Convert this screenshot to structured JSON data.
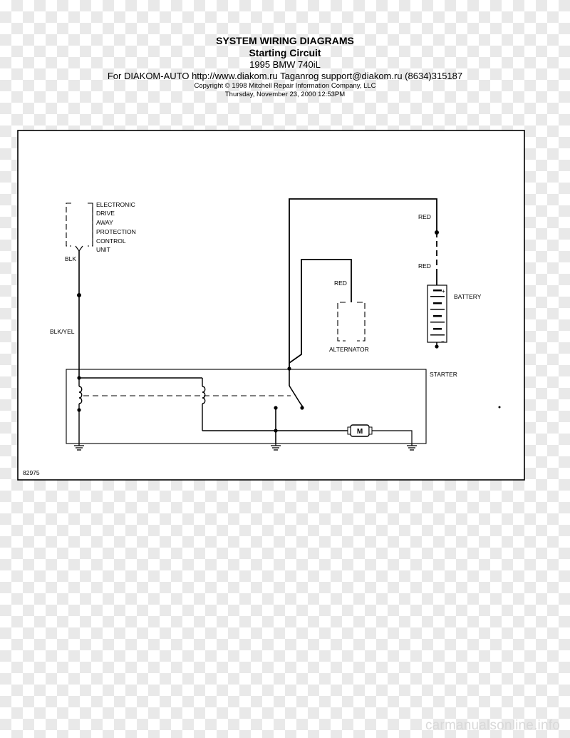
{
  "header": {
    "title": "SYSTEM WIRING DIAGRAMS",
    "subtitle": "Starting Circuit",
    "vehicle": "1995 BMW 740iL",
    "contact": "For DIAKOM-AUTO http://www.diakom.ru Taganrog support@diakom.ru (8634)315187",
    "copyright": "Copyright © 1998 Mitchell Repair Information Company, LLC",
    "date": "Thursday, November 23, 2000  12:53PM"
  },
  "diagram": {
    "component_edap_lines": [
      "ELECTRONIC",
      "DRIVE",
      "AWAY",
      "PROTECTION",
      "CONTROL",
      "UNIT"
    ],
    "wire_blk": "BLK",
    "wire_blk_yel": "BLK/YEL",
    "wire_red_1": "RED",
    "wire_red_2": "RED",
    "wire_red_alt": "RED",
    "battery_label": "BATTERY",
    "battery_plus": "+",
    "battery_minus": "−",
    "alternator_label": "ALTERNATOR",
    "starter_label": "STARTER",
    "motor_symbol": "M",
    "figure_id": "82975"
  },
  "watermark": "carmanualsonline.info"
}
